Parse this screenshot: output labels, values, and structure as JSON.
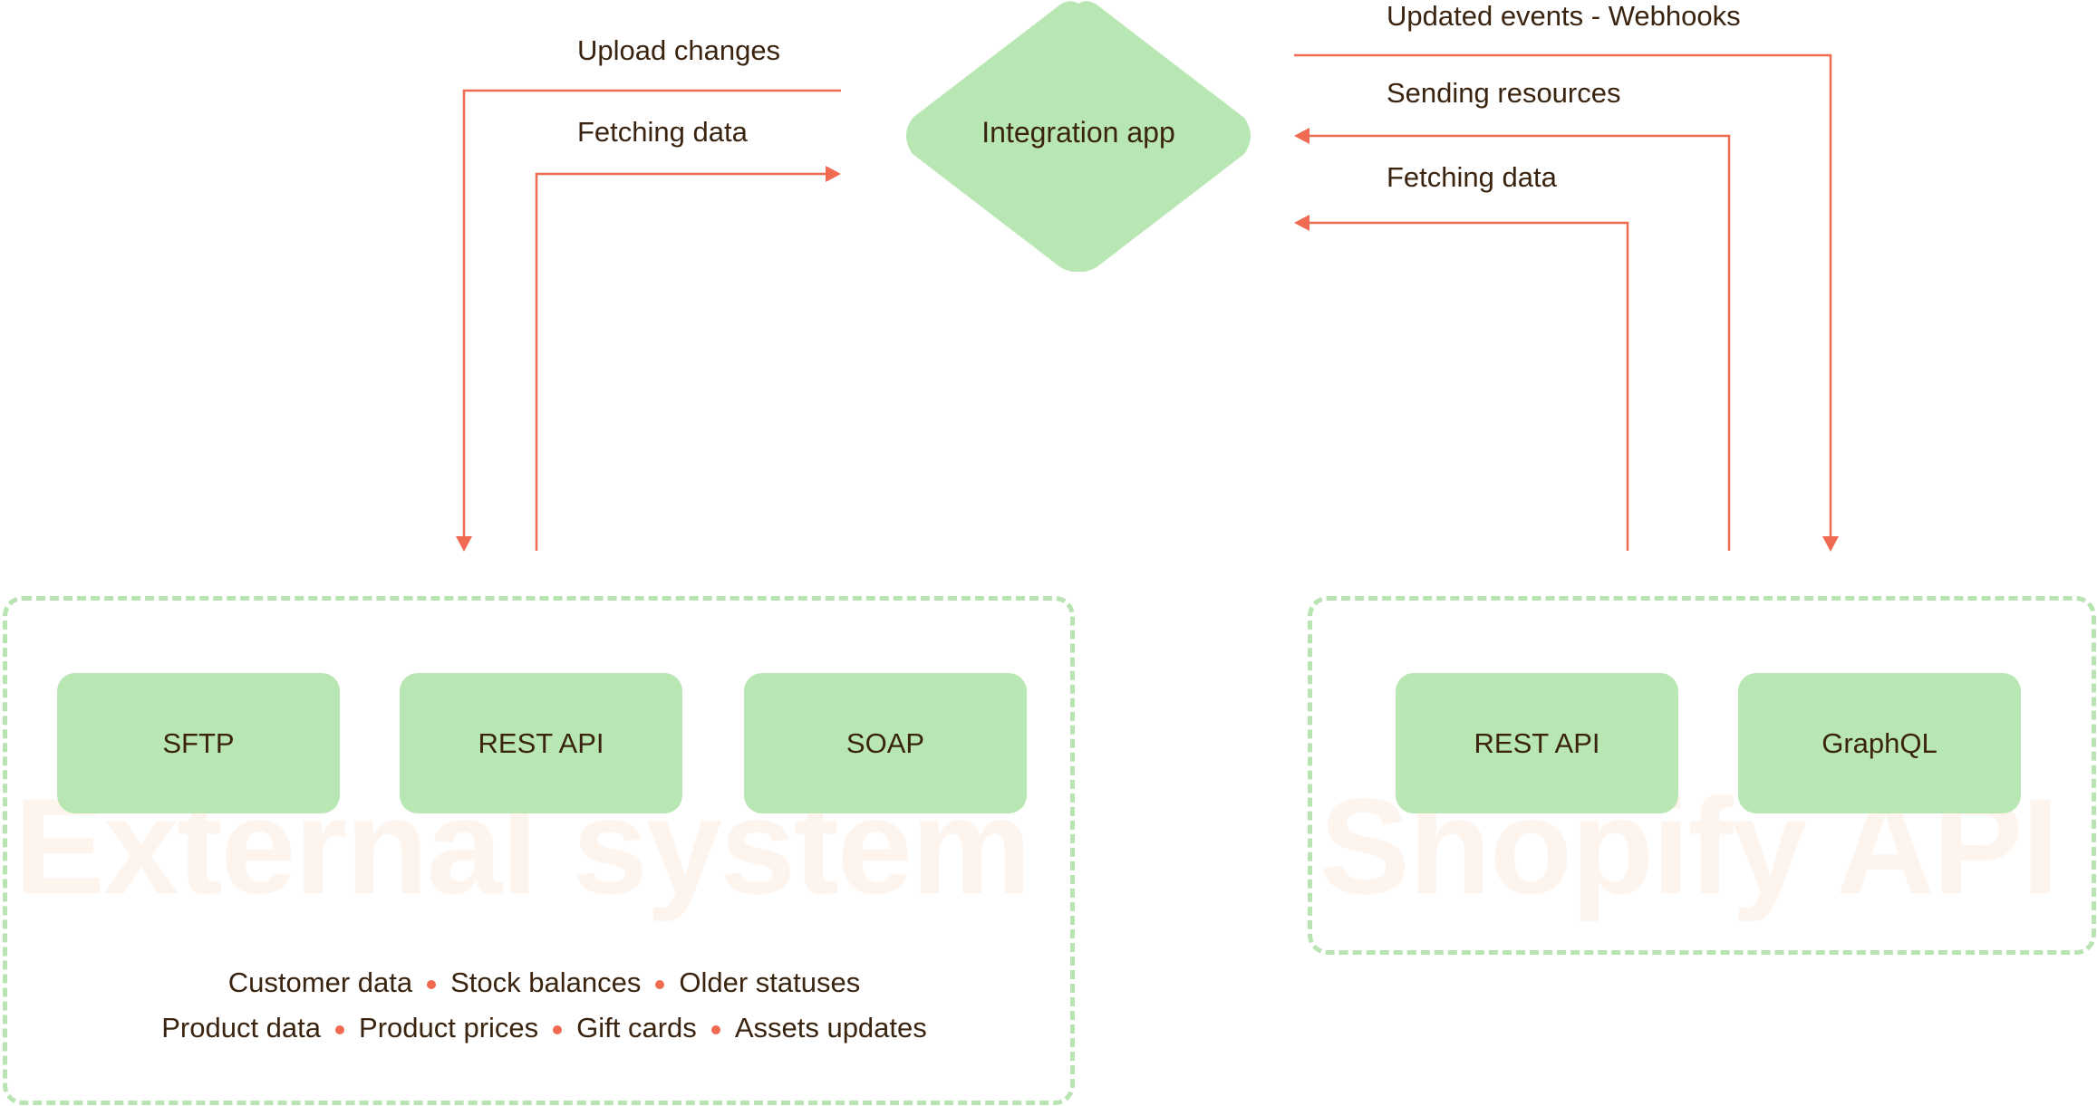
{
  "colors": {
    "node_fill": "#b9e7b3",
    "group_border": "#b7e4b1",
    "arrow": "#f06a52",
    "text": "#3a2410",
    "watermark": "#fdf4ee"
  },
  "hub": {
    "label": "Integration app",
    "shape": "diamond"
  },
  "flows": {
    "left": [
      {
        "label": "Upload changes",
        "direction": "to-external-system"
      },
      {
        "label": "Fetching data",
        "direction": "to-integration-app"
      }
    ],
    "right": [
      {
        "label": "Updated events - Webhooks",
        "direction": "to-shopify-api"
      },
      {
        "label": "Sending resources",
        "direction": "to-integration-app"
      },
      {
        "label": "Fetching data",
        "direction": "to-integration-app"
      }
    ]
  },
  "groups": {
    "external": {
      "watermark": "External system",
      "nodes": [
        "SFTP",
        "REST API",
        "SOAP"
      ],
      "data_rows": [
        [
          "Customer data",
          "Stock balances",
          "Older statuses"
        ],
        [
          "Product data",
          "Product prices",
          "Gift cards",
          "Assets updates"
        ]
      ]
    },
    "shopify": {
      "watermark": "Shopify API",
      "nodes": [
        "REST API",
        "GraphQL"
      ]
    }
  }
}
